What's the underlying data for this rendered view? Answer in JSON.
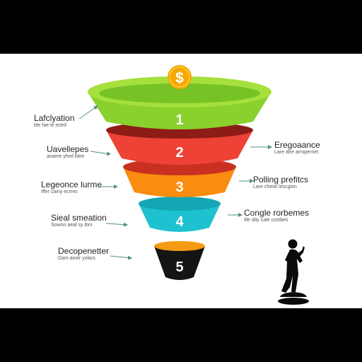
{
  "colors": {
    "stage1": "#8bd12e",
    "stage2": "#ee4236",
    "stage3": "#fa8c0f",
    "stage4": "#1ec1d0",
    "stage5": "#141414",
    "coin": "#f6a800",
    "arrow": "#4f8f83"
  },
  "coin_symbol": "$",
  "stages": [
    {
      "number": "1"
    },
    {
      "number": "2"
    },
    {
      "number": "3"
    },
    {
      "number": "4"
    },
    {
      "number": "5"
    }
  ],
  "left_labels": [
    {
      "title": "Lafclyation",
      "subtitle": "ble fae le ectrd"
    },
    {
      "title": "Uavellepes",
      "subtitle": "aname yheil bitre"
    },
    {
      "title": "Legeonce lurme",
      "subtitle": "Iffer cainy ecrres"
    },
    {
      "title": "Sieal smeation",
      "subtitle": "Sowon aeal sy ibrs"
    },
    {
      "title": "Decopenetter",
      "subtitle": "Dam ainer yolars"
    }
  ],
  "right_labels": [
    {
      "title": "Eregoaance",
      "subtitle": "Lare atre arropernet"
    },
    {
      "title": "Polling prefitcs",
      "subtitle": "Lare cheist lescgion"
    },
    {
      "title": "Congle rorbemes",
      "subtitle": "Ille dity cale costbes"
    }
  ]
}
